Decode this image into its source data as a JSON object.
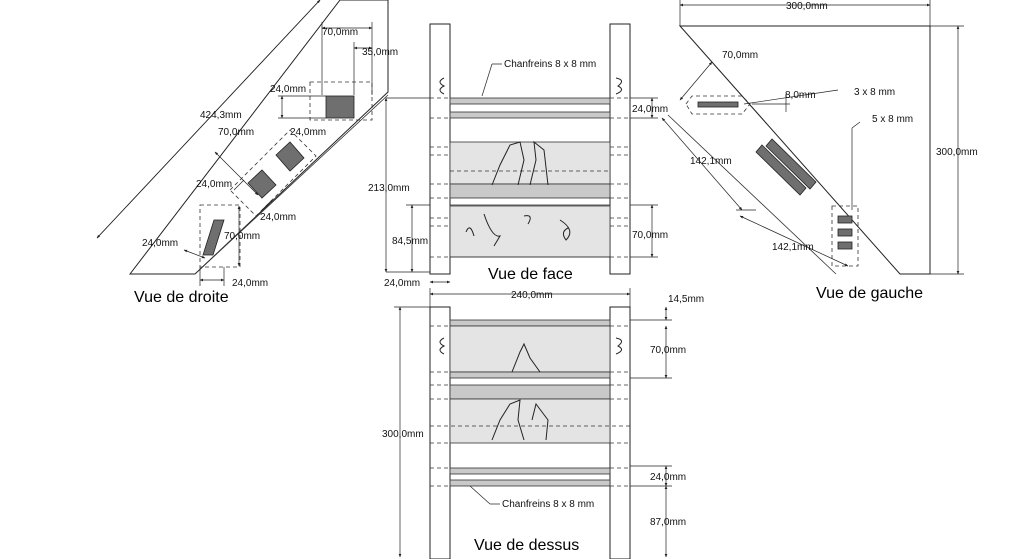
{
  "views": {
    "right": "Vue de droite",
    "front": "Vue de face",
    "left": "Vue de gauche",
    "top": "Vue de dessus"
  },
  "notes": {
    "chamfer_front": "Chanfreins 8 x 8 mm",
    "chamfer_top": "Chanfreins 8 x 8 mm",
    "slot_small": "3 x 8 mm",
    "slot_large": "5 x 8 mm"
  },
  "dims": {
    "right_70": "70,0mm",
    "right_35": "35,0mm",
    "right_24_top": "24,0mm",
    "right_424": "424,3mm",
    "right_70_mid": "70,0mm",
    "right_24_mid_a": "24,0mm",
    "right_24_mid_b": "24,0mm",
    "right_24_mid_c": "24,0mm",
    "right_24_low": "24,0mm",
    "right_70_low": "70,0mm",
    "right_24_bottom": "24,0mm",
    "front_213": "213,0mm",
    "front_24_right": "24,0mm",
    "front_84": "84,5mm",
    "front_70": "70,0mm",
    "front_24_bottom": "24,0mm",
    "top_240": "240,0mm",
    "top_14": "14,5mm",
    "top_70": "70,0mm",
    "top_300": "300,0mm",
    "top_24": "24,0mm",
    "top_87": "87,0mm",
    "left_300_top": "300,0mm",
    "left_300_right": "300,0mm",
    "left_70": "70,0mm",
    "left_8": "8,0mm",
    "left_142_a": "142,1mm",
    "left_142_b": "142,1mm"
  }
}
